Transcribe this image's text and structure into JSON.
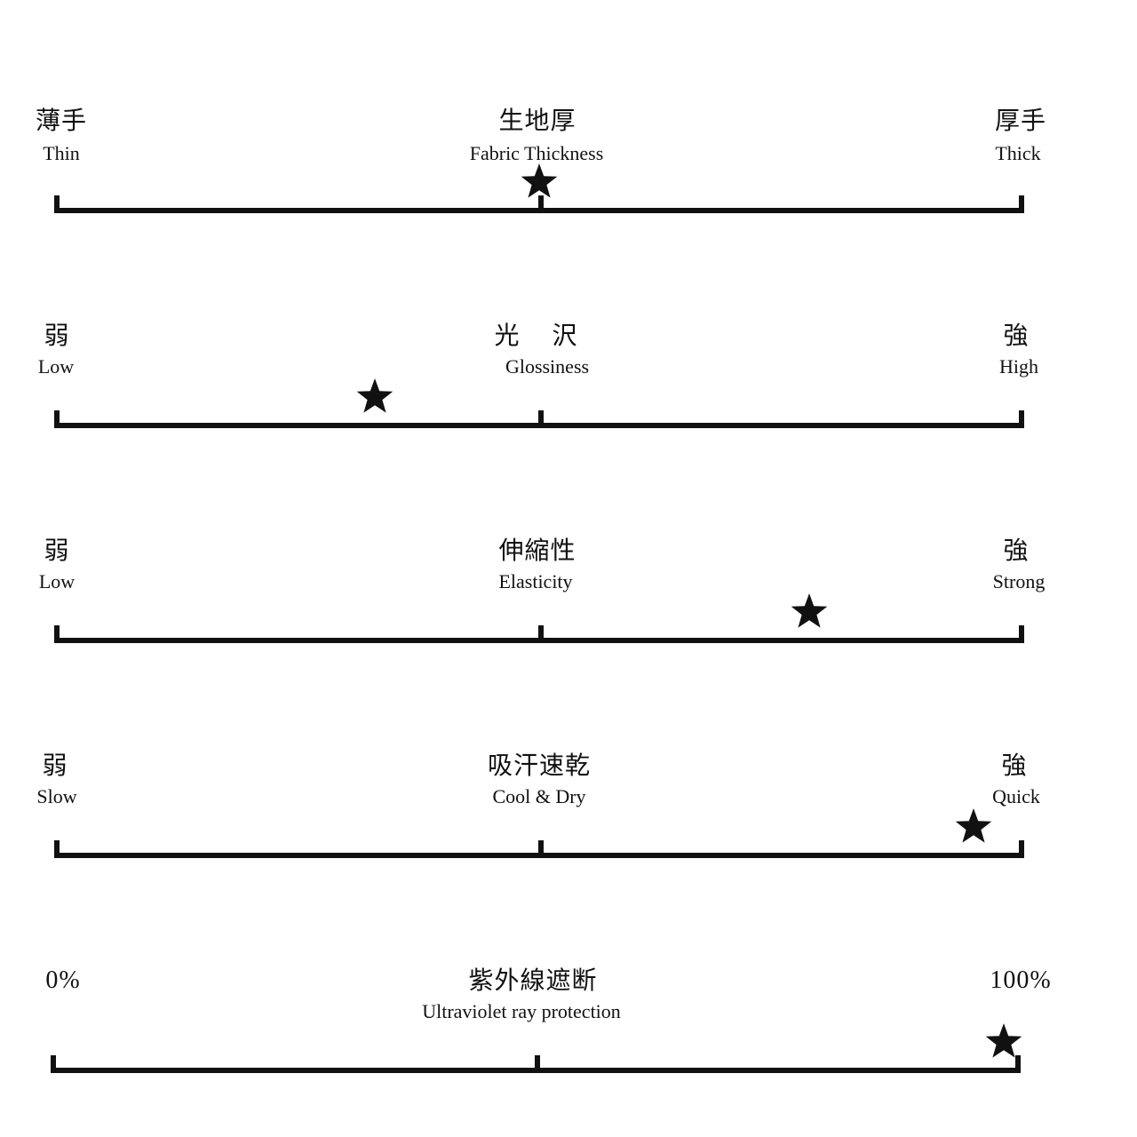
{
  "scales": [
    {
      "title_jp": "生地厚",
      "title_en": "Fabric Thickness",
      "left_jp": "薄手",
      "left_en": "Thin",
      "right_jp": "厚手",
      "right_en": "Thick",
      "rating": 0.5
    },
    {
      "title_jp": "光 沢",
      "title_en": "Glossiness",
      "left_jp": "弱",
      "left_en": "Low",
      "right_jp": "強",
      "right_en": "High",
      "rating": 0.33
    },
    {
      "title_jp": "伸縮性",
      "title_en": "Elasticity",
      "left_jp": "弱",
      "left_en": "Low",
      "right_jp": "強",
      "right_en": "Strong",
      "rating": 0.78
    },
    {
      "title_jp": "吸汗速乾",
      "title_en": "Cool & Dry",
      "left_jp": "弱",
      "left_en": "Slow",
      "right_jp": "強",
      "right_en": "Quick",
      "rating": 0.95
    },
    {
      "title_jp": "紫外線遮断",
      "title_en": "Ultraviolet ray protection",
      "left_pct": "0%",
      "right_pct": "100%",
      "rating": 0.985
    }
  ],
  "marker_icon": "star-icon",
  "colors": {
    "ink": "#111111",
    "background": "#ffffff"
  }
}
